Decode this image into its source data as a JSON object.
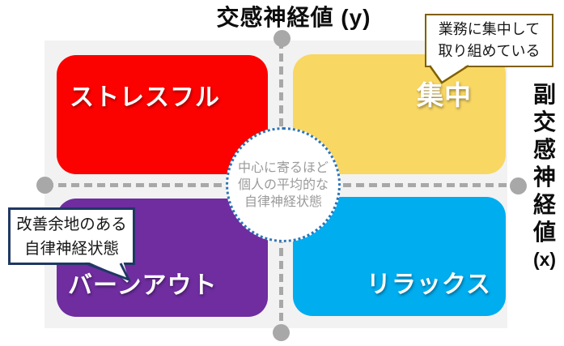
{
  "axes": {
    "y_label": "交感神経値 (y)",
    "x_label_vertical": "副交感神経値",
    "x_label_suffix": "(x)",
    "axis_color": "#a8a8a8"
  },
  "quadrants": {
    "top_left": {
      "label": "ストレスフル",
      "color": "#fb0200"
    },
    "top_right": {
      "label": "集中",
      "color": "#f8d763"
    },
    "bottom_left": {
      "label": "バーンアウト",
      "color": "#6f2da0"
    },
    "bottom_right": {
      "label": "リラックス",
      "color": "#00adef"
    }
  },
  "center_note": {
    "lines": [
      "中心に寄るほど",
      "個人の平均的な",
      "自律神経状態"
    ],
    "border_color": "#2e75b6",
    "text_color": "#9b9b9b"
  },
  "callouts": {
    "focus": {
      "lines": [
        "業務に集中して",
        "取り組めている"
      ],
      "border_color": "#7f6000"
    },
    "improve": {
      "lines": [
        "改善余地のある",
        "自律神経状態"
      ],
      "border_color": "#1f3864"
    }
  }
}
